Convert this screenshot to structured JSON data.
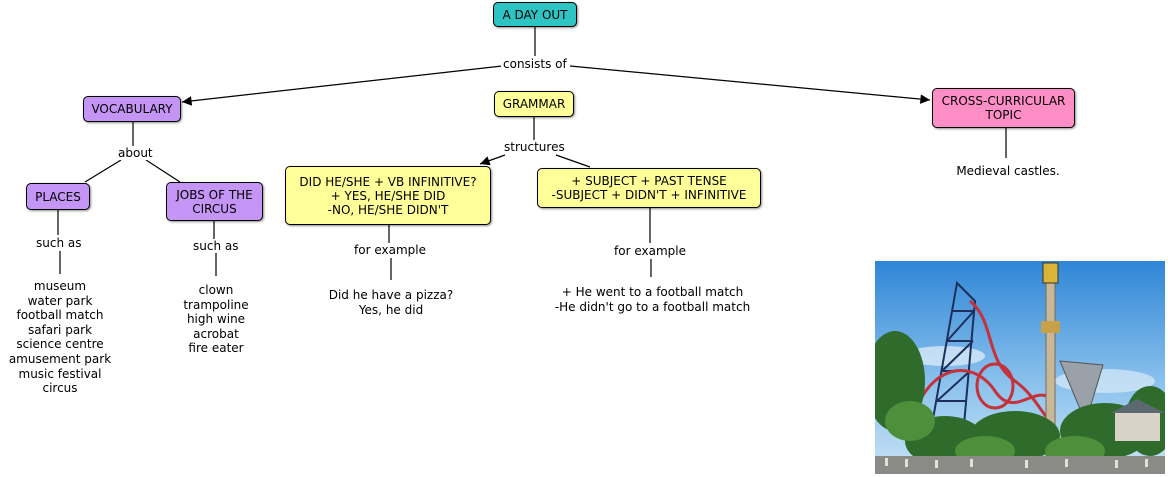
{
  "colors": {
    "teal": "#2ec4c4",
    "purple": "#c595f5",
    "yellow": "#ffff99",
    "pink": "#ff8ec6"
  },
  "nodes": {
    "root": "A DAY OUT",
    "vocabulary": "VOCABULARY",
    "grammar": "GRAMMAR",
    "cross": "CROSS-CURRICULAR\nTOPIC",
    "places": "PLACES",
    "jobs": "JOBS OF THE\nCIRCUS",
    "did": "DID HE/SHE + VB INFINITIVE?\n+ YES, HE/SHE DID\n-NO, HE/SHE DIDN'T",
    "subject": "+ SUBJECT + PAST TENSE\n-SUBJECT + DIDN'T + INFINITIVE"
  },
  "links": {
    "consists_of": "consists of",
    "about": "about",
    "structures": "structures",
    "places_such_as": "such as",
    "jobs_such_as": "such as",
    "did_for_example": "for example",
    "subject_for_example": "for example"
  },
  "texts": {
    "places_list": "museum\nwater park\nfootball match\nsafari park\nscience centre\namusement park\nmusic festival\ncircus",
    "jobs_list": "clown\ntrampoline\nhigh wine\nacrobat\nfire eater",
    "did_example": "Did he have a pizza?\nYes, he did",
    "subject_example": "+ He went to a football match\n-He didn't go to a football match",
    "cross_topic": "Medieval castles."
  },
  "photo": {
    "subject": "amusement park with roller coaster and drop tower"
  }
}
